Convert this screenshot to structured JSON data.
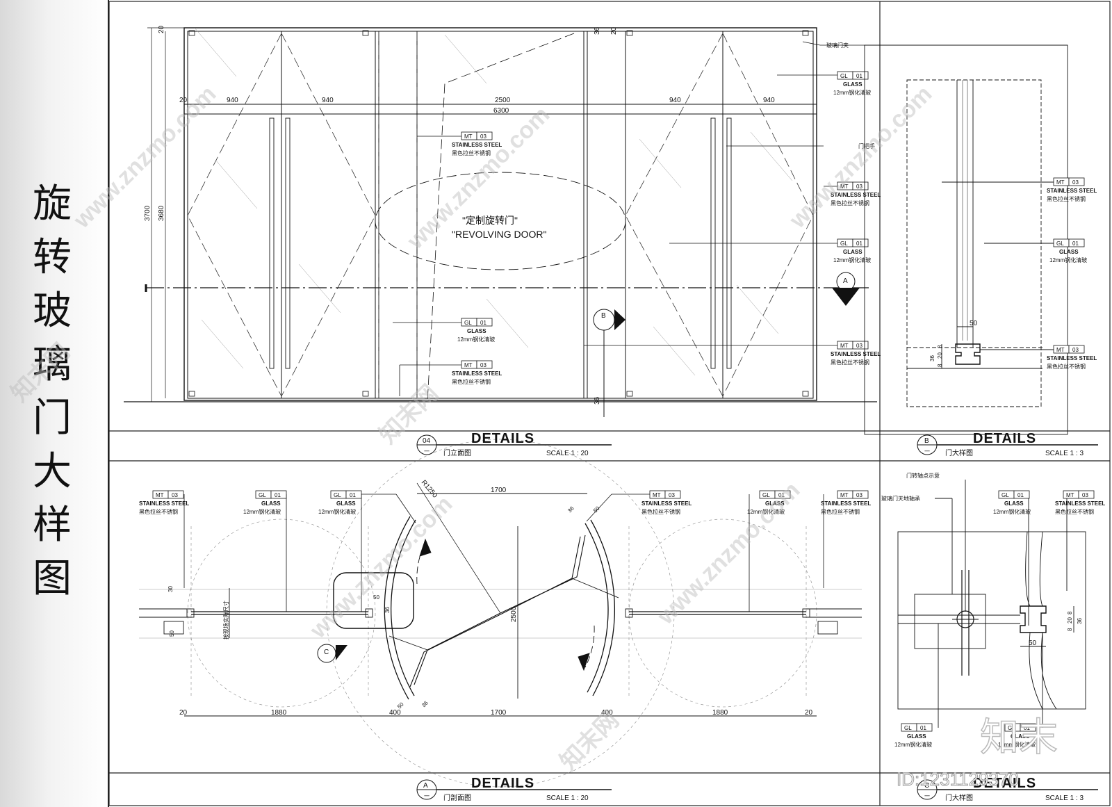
{
  "sheet_title": "旋转玻璃门大样图",
  "sheet_title_chars": [
    "旋",
    "转",
    "玻",
    "璃",
    "门",
    "大",
    "样",
    "图"
  ],
  "elevation": {
    "dims_top": [
      "20",
      "940",
      "940",
      "2500",
      "940",
      "940"
    ],
    "dim_total": "6300",
    "dims_left": [
      "3700",
      "3680"
    ],
    "dim_top_corner": "20",
    "dim_36_top": "36",
    "dim_20_top": "20",
    "dim_36_bottom": "36",
    "center_text_cn": "\"定制旋转门\"",
    "center_text_en": "\"REVOLVING DOOR\"",
    "section_markers": [
      "A",
      "B"
    ],
    "callout_glass_clamp": "玻璃门夹",
    "callout_handle": "门把手"
  },
  "callouts": {
    "mt": {
      "code": "MT",
      "num": "03",
      "name": "STAINLESS STEEL",
      "desc": "黑色拉丝不锈钢"
    },
    "gl": {
      "code": "GL",
      "num": "01",
      "name": "GLASS",
      "desc": "12mm钢化清玻"
    }
  },
  "titles": {
    "t04": {
      "num": "04",
      "label": "DETAILS",
      "sub": "门立面图",
      "scale": "SCALE 1 : 20",
      "dash": "一"
    },
    "tB": {
      "num": "B",
      "label": "DETAILS",
      "sub": "门大样图",
      "scale": "SCALE 1 : 3",
      "dash": "一"
    },
    "tA": {
      "num": "A",
      "label": "DETAILS",
      "sub": "门剖面图",
      "scale": "SCALE 1 : 20",
      "dash": "一"
    },
    "tC": {
      "num": "C",
      "label": "DETAILS",
      "sub": "门大样图",
      "scale": "SCALE 1 : 3",
      "dash": "一"
    }
  },
  "plan": {
    "radius": "R1250",
    "dims_top": [
      "1700"
    ],
    "dims_bottom": [
      "20",
      "1880",
      "400",
      "1700",
      "400",
      "1880",
      "20"
    ],
    "dim_center": "2500",
    "dims_small": [
      "30",
      "50",
      "50",
      "36",
      "50",
      "36",
      "36",
      "50"
    ],
    "vertical_note": "按现场实际尺寸",
    "section_marker": "C"
  },
  "detailB": {
    "dim_50": "50",
    "dims_side": [
      "36",
      "8",
      "20",
      "8"
    ]
  },
  "detailC": {
    "note_pivot": "门转轴点示意",
    "note_bearing": "玻璃门天地轴承",
    "dim_50": "50",
    "dims_side": [
      "8",
      "20",
      "8",
      "36"
    ]
  },
  "watermark": {
    "site": "www.znzmo.com",
    "brand": "知末网",
    "logo": "知末",
    "id": "ID:1231129370"
  }
}
